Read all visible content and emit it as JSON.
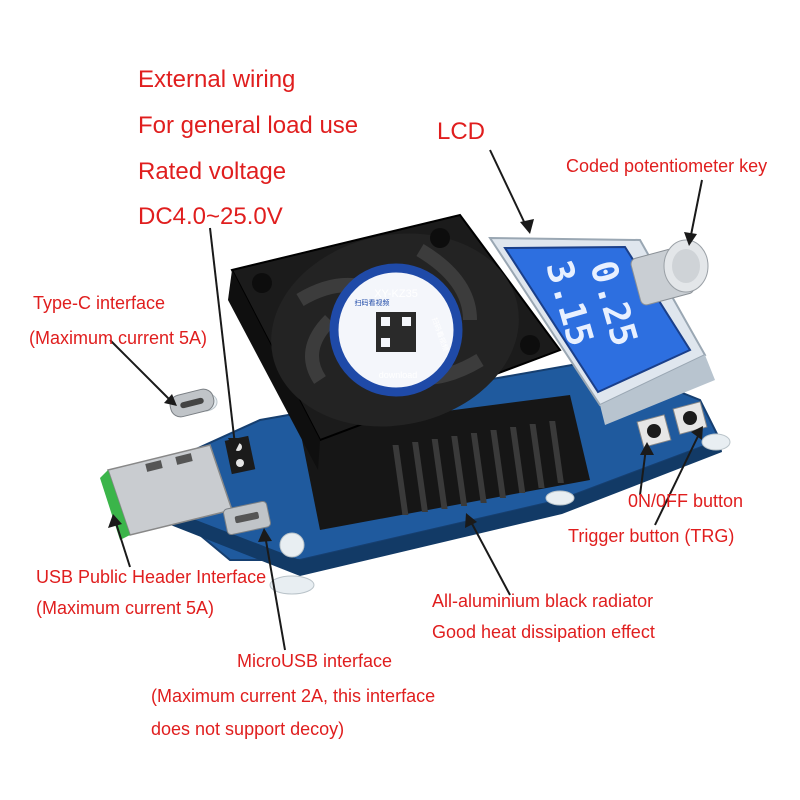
{
  "features": [
    "External wiring",
    "For general load use",
    "Rated voltage",
    "DC4.0~25.0V"
  ],
  "callouts": {
    "lcd": "LCD",
    "encoder": "Coded potentiometer key",
    "typec_title": "Type-C interface",
    "typec_current": "(Maximum current 5A)",
    "onoff": "0N/0FF button",
    "trigger": "Trigger button (TRG)",
    "usb_title": "USB Public Header Interface",
    "usb_current": "(Maximum current 5A)",
    "radiator_line1": "All-aluminium black radiator",
    "radiator_line2": "Good heat dissipation effect",
    "micro_title": "MicroUSB interface",
    "micro_line1": "(Maximum current 2A, this interface",
    "micro_line2": "does not support decoy)"
  },
  "device": {
    "fan_sticker_model": "XY-KZ35",
    "fan_sticker_left": "扫码看视频",
    "fan_sticker_right": "扫码看视频",
    "fan_sticker_bottom": "download",
    "lcd_top": "0.25",
    "lcd_bottom": "3.15"
  },
  "colors": {
    "label_red": "#e01e1e",
    "label_black": "#1a1a1a",
    "pcb_blue": "#1f5a9e",
    "lcd_blue": "#2d6fe0",
    "usb_green": "#3bb54a",
    "fan_black": "#1b1b1b"
  }
}
